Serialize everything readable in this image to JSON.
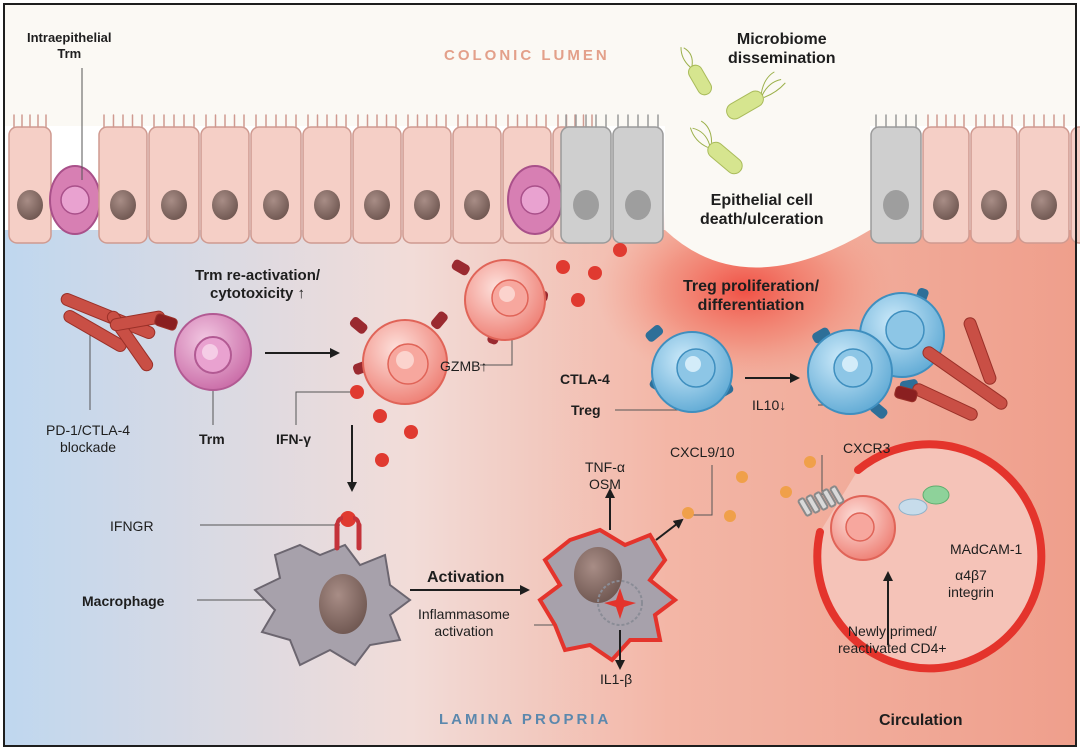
{
  "regions": {
    "lumen": "COLONIC LUMEN",
    "lamina": "LAMINA PROPRIA"
  },
  "labels": {
    "intraepithelial_trm": "Intraepithelial\nTrm",
    "microbiome": "Microbiome\ndissemination",
    "epithelial_death": "Epithelial cell\ndeath/ulceration",
    "trm_reactivation": "Trm re-activation/\ncytotoxicity ↑",
    "treg_prolif": "Treg proliferation/\ndifferentiation",
    "blockade": "PD-1/CTLA-4\nblockade",
    "trm": "Trm",
    "ifng": "IFN-γ",
    "gzmb": "GZMB↑",
    "ctla4": "CTLA-4",
    "treg": "Treg",
    "il10": "IL10↓",
    "ifngr": "IFNGR",
    "tnfa_osm": "TNF-α\nOSM",
    "cxcl": "CXCL9/10",
    "cxcr3": "CXCR3",
    "madcam": "MAdCAM-1",
    "integrin": "α4β7\nintegrin",
    "macrophage": "Macrophage",
    "activation": "Activation",
    "inflammasome": "Inflammasome\nactivation",
    "il1b": "IL1-β",
    "newly_primed": "Newly primed/\nreactivated CD4+",
    "circulation": "Circulation"
  },
  "colors": {
    "lumen_text": "#e3a08a",
    "lamina_text": "#5c88ad",
    "epithelial": "#f5cfc6",
    "dead_epithelial": "#cfcfcf",
    "trm_cell": "#d77fb3",
    "cytotoxic_cell": "#f08a80",
    "treg_cell": "#69b3da",
    "macrophage": "#9d97a1",
    "vessel": "#e43f33",
    "red_dot": "#e03a30",
    "orange_dot": "#f0a04a",
    "antibody": "#c94f45",
    "bacteria": "#cfe08a"
  }
}
